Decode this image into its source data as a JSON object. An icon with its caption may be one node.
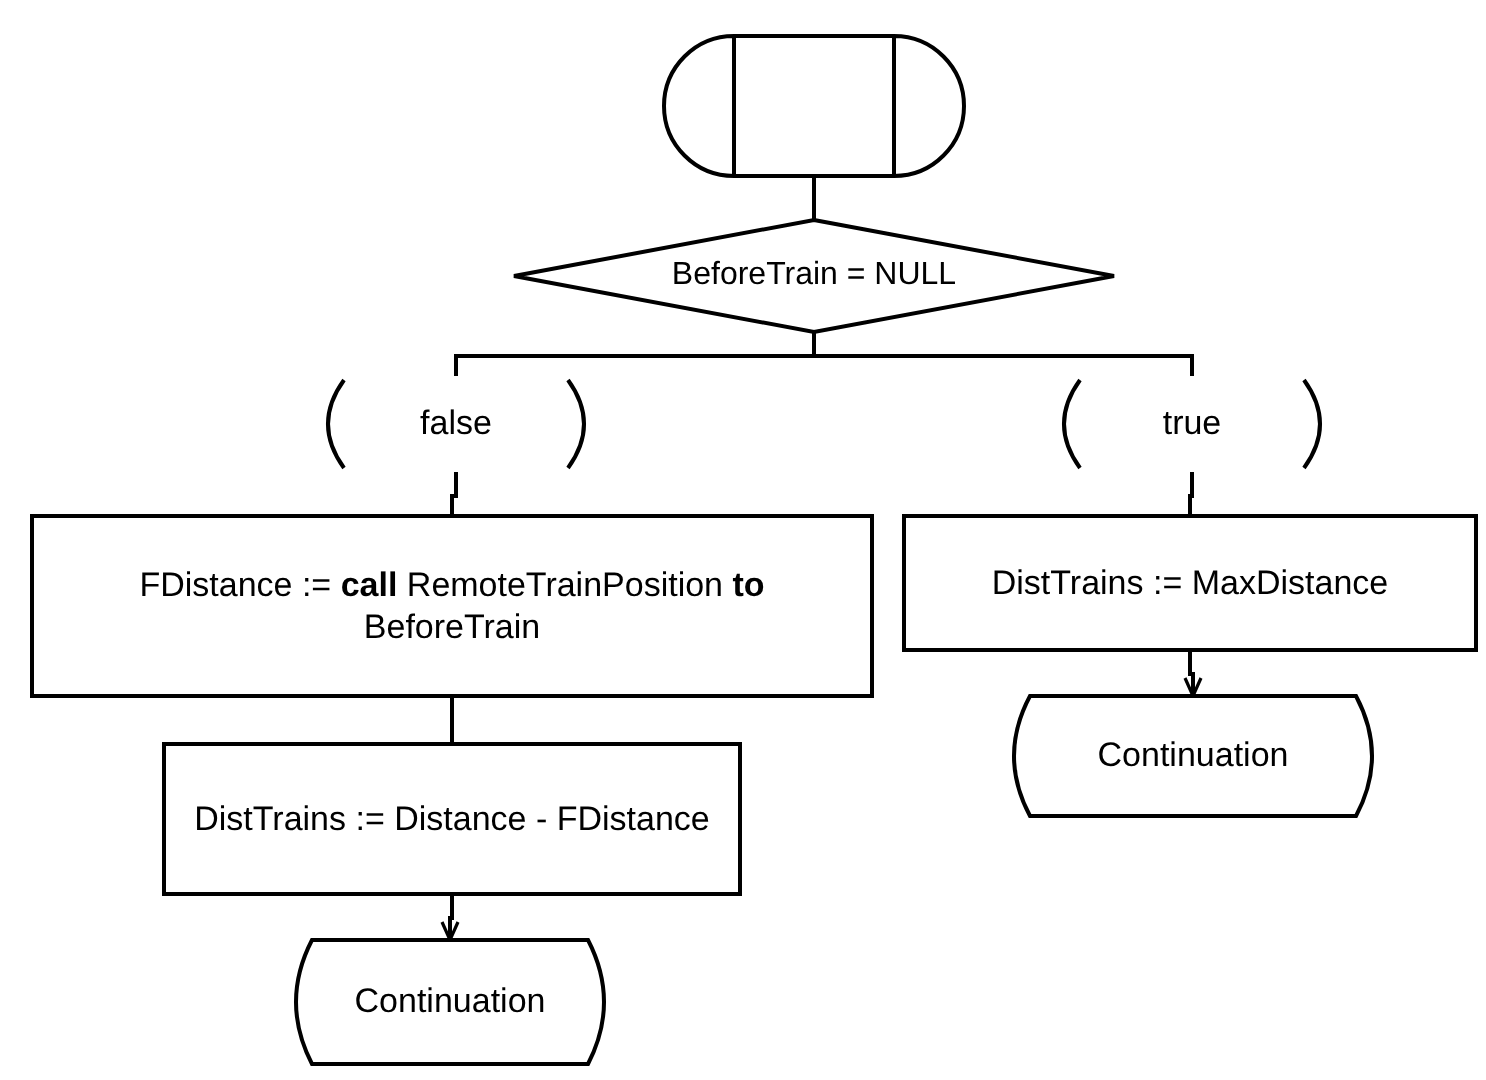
{
  "diagram": {
    "nodes": [
      {
        "text": [],
        "shape": "terminator"
      },
      {
        "text": [
          "BeforeTrain = NULL"
        ]
      },
      {
        "text": [
          "false"
        ]
      },
      {
        "text": [
          "true"
        ]
      },
      {
        "text": [
          "FDistance := **call** RemoteTrainPosition **to** BeforeTrain"
        ]
      },
      {
        "text": [
          "DistTrains := Distance - FDistance"
        ]
      },
      {
        "text": [
          "Continuation"
        ]
      },
      {
        "text": [
          "DistTrains := MaxDistance"
        ]
      },
      {
        "text": [
          "Continuation"
        ]
      }
    ],
    "edges": [
      {
        "from": 0,
        "to": 1,
        "arrow": "none"
      },
      {
        "from": 1,
        "to": 2,
        "arrow": "none"
      },
      {
        "from": 1,
        "to": 3,
        "arrow": "none"
      },
      {
        "from": 2,
        "to": 4,
        "arrow": "none"
      },
      {
        "from": 3,
        "to": 7,
        "arrow": "none"
      },
      {
        "from": 4,
        "to": 5,
        "arrow": "none"
      },
      {
        "from": 5,
        "to": 6,
        "arrow": "to"
      },
      {
        "from": 7,
        "to": 8,
        "arrow": "to"
      }
    ]
  }
}
